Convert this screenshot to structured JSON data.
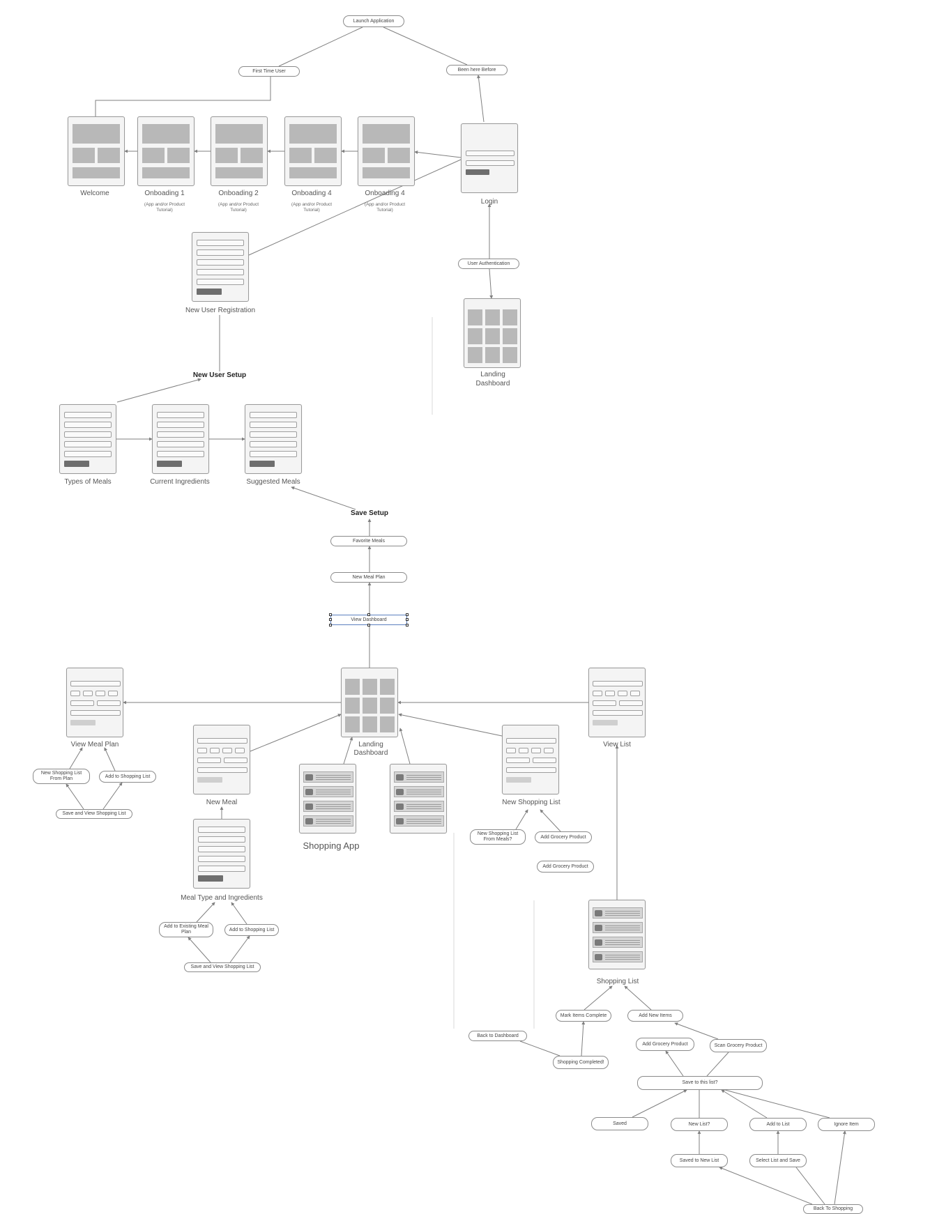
{
  "pills": {
    "launch_application": "Launch Application",
    "first_time_user": "First Time User",
    "been_here_before": "Been here Before",
    "user_authentication": "User Authentication",
    "favorite_meals": "Favorite Meals",
    "new_meal_plan": "New Meal Plan",
    "view_dashboard": "View Dashboard",
    "new_shopping_list_from_plan": "New Shopping List From Plan",
    "add_to_shopping_list_plan": "Add to Shopping List",
    "save_and_view_shopping_list_plan": "Save and View Shopping List",
    "add_to_existing_meal_plan": "Add to Existing Meal Plan",
    "add_to_shopping_list_meal": "Add to Shopping List",
    "save_and_view_shopping_list_meal": "Save and View Shopping List",
    "new_shopping_list_from_meals": "New Shopping List From Meals?",
    "add_grocery_product_1": "Add Grocery Product",
    "add_grocery_product_2": "Add Grocery Product",
    "mark_items_complete": "Mark Items Complete",
    "add_new_items": "Add New Items",
    "back_to_dashboard": "Back to Dashboard",
    "add_grocery_product_3": "Add Grocery Product",
    "scan_grocery_product": "Scan Grocery Product",
    "shopping_completed": "Shopping Completed!",
    "save_to_this_list": "Save to this list?",
    "saved": "Saved",
    "new_list": "New List?",
    "add_to_list": "Add to List",
    "ignore_item": "Ignore Item",
    "saved_to_new_list": "Saved to New List",
    "select_list_and_save": "Select List and Save",
    "back_to_shopping": "Back To Shopping"
  },
  "screens": {
    "welcome": "Welcome",
    "onboarding_1": "Onboading 1",
    "onboarding_2": "Onboading 2",
    "onboarding_3": "Onboading 4",
    "onboarding_4": "Onboading 4",
    "onboarding_sub": "(App and/or Product Tutorial)",
    "login": "Login",
    "new_user_registration": "New User Registration",
    "landing_dashboard_top": "Landing Dashboard",
    "types_of_meals": "Types of Meals",
    "current_ingredients": "Current Ingredients",
    "suggested_meals": "Suggested Meals",
    "view_meal_plan": "View Meal Plan",
    "landing_dashboard_main": "Landing Dashboard",
    "view_list": "View List",
    "new_meal": "New Meal",
    "new_shopping_list": "New Shopping List",
    "meal_type_and_ingredients": "Meal Type and Ingredients",
    "shopping_list": "Shopping List"
  },
  "headings": {
    "new_user_setup": "New User Setup",
    "save_setup": "Save Setup",
    "shopping_app": "Shopping App"
  },
  "colors": {
    "line": "#7f7f7f",
    "placeholder_block": "#b8b8b8",
    "selection": "#5b7fbf"
  }
}
